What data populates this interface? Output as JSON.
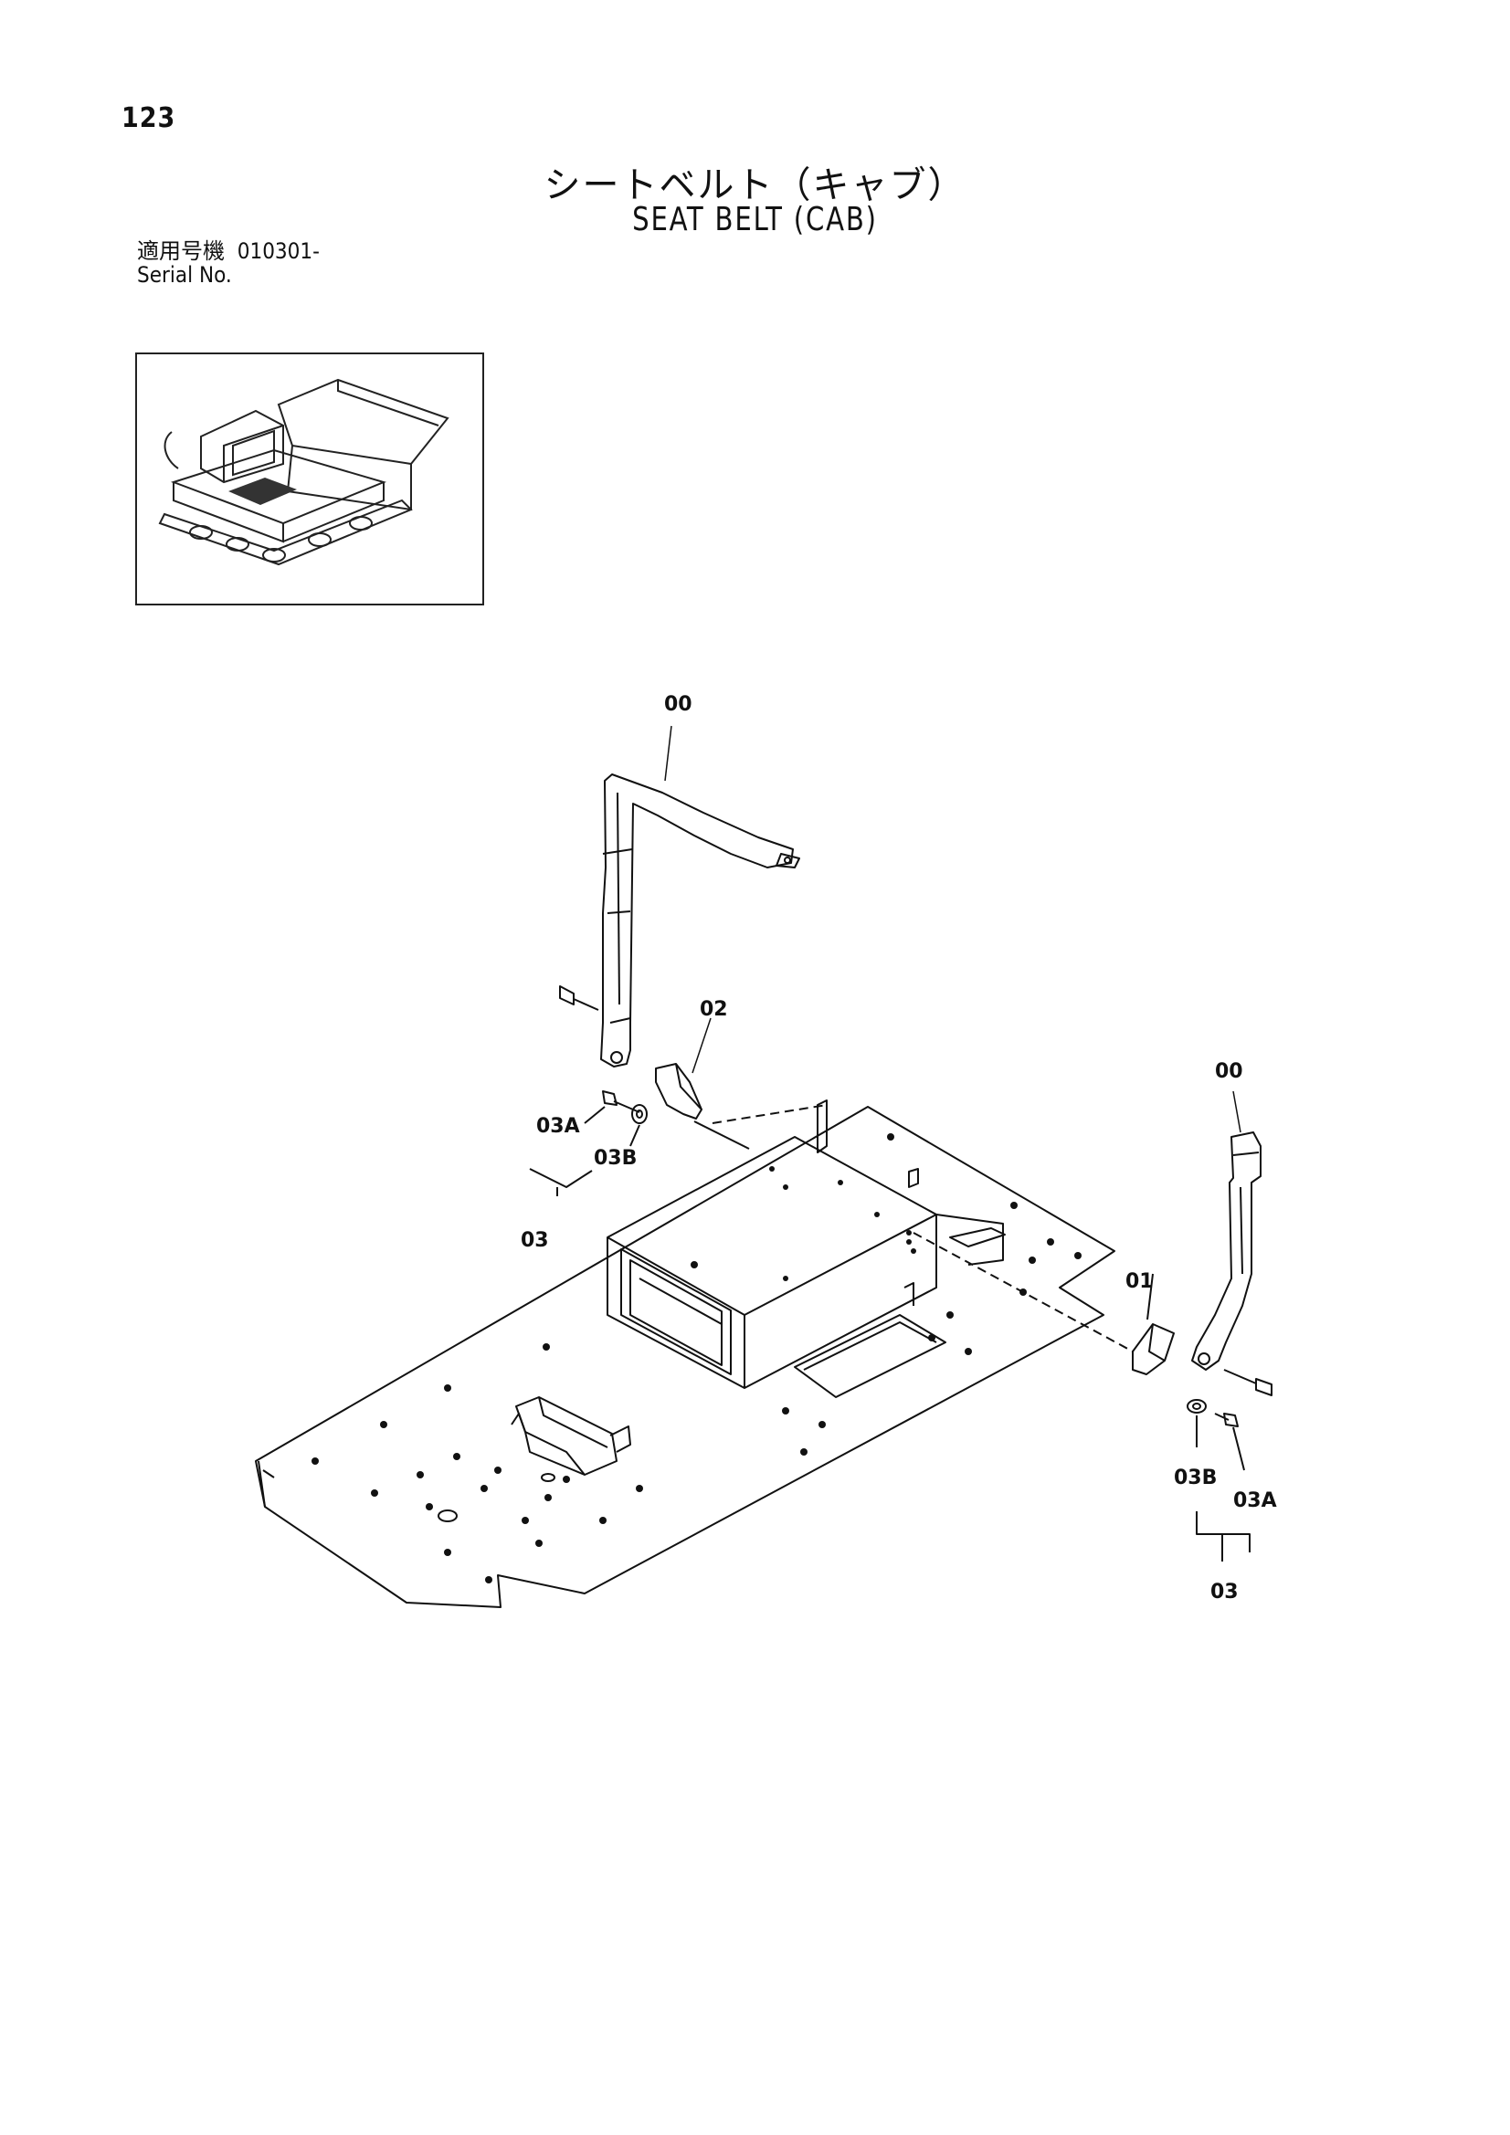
{
  "page": {
    "number": "123"
  },
  "title": {
    "japanese": "シートベルト（キャブ）",
    "english": "SEAT BELT (CAB)"
  },
  "serial": {
    "jp_label": "適用号機",
    "value": "010301-",
    "en_label": "Serial No."
  },
  "callouts": {
    "belt_top": "00",
    "belt_right": "00",
    "bracket_left": "02",
    "bracket_right": "01",
    "bolt_left": "03A",
    "washer_left": "03B",
    "group_left": "03",
    "washer_right": "03B",
    "bolt_right": "03A",
    "group_right": "03"
  }
}
